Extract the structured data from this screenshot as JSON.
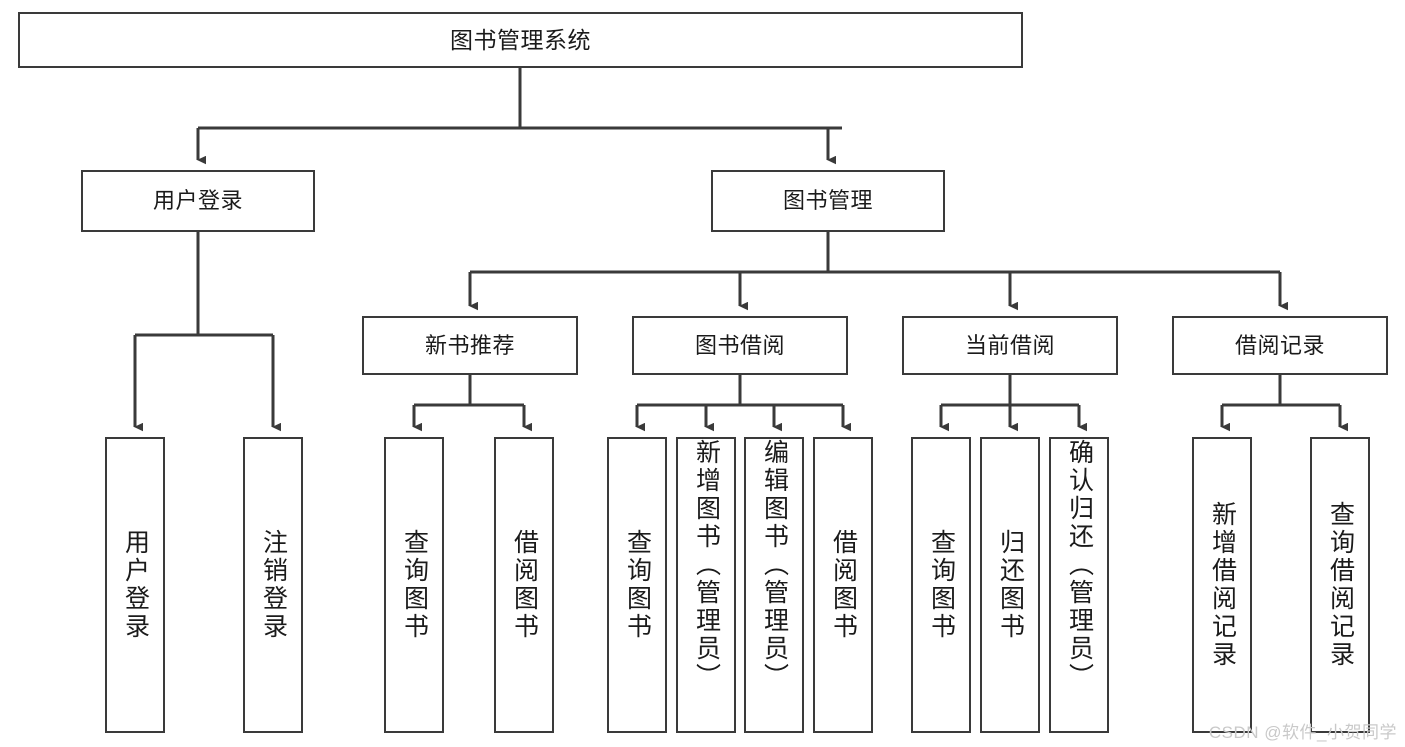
{
  "diagram": {
    "title": "图书管理系统",
    "type": "hierarchy-tree",
    "edge_color": "#3a3a3a",
    "box_border_color": "#3a3a3a",
    "background_color": "#ffffff",
    "nodes": {
      "root": {
        "label": "图书管理系统",
        "level": 1,
        "orientation": "horizontal"
      },
      "user_login": {
        "label": "用户登录",
        "level": 2,
        "orientation": "horizontal"
      },
      "book_manage": {
        "label": "图书管理",
        "level": 2,
        "orientation": "horizontal"
      },
      "new_book_rec": {
        "label": "新书推荐",
        "level": 3,
        "orientation": "horizontal"
      },
      "book_borrow": {
        "label": "图书借阅",
        "level": 3,
        "orientation": "horizontal"
      },
      "current_borrow": {
        "label": "当前借阅",
        "level": 3,
        "orientation": "horizontal"
      },
      "borrow_record": {
        "label": "借阅记录",
        "level": 3,
        "orientation": "horizontal"
      },
      "leaf_user_login": {
        "label": "用户登录",
        "level": 4,
        "orientation": "vertical"
      },
      "leaf_user_logout": {
        "label": "注销登录",
        "level": 4,
        "orientation": "vertical"
      },
      "leaf_rec_query": {
        "label": "查询图书",
        "level": 4,
        "orientation": "vertical"
      },
      "leaf_rec_borrow": {
        "label": "借阅图书",
        "level": 4,
        "orientation": "vertical"
      },
      "leaf_borrow_query": {
        "label": "查询图书",
        "level": 4,
        "orientation": "vertical"
      },
      "leaf_add_book": {
        "label": "新增图书（管理员）",
        "level": 4,
        "orientation": "vertical"
      },
      "leaf_edit_book": {
        "label": "编辑图书（管理员）",
        "level": 4,
        "orientation": "vertical"
      },
      "leaf_borrow_book": {
        "label": "借阅图书",
        "level": 4,
        "orientation": "vertical"
      },
      "leaf_cur_query": {
        "label": "查询图书",
        "level": 4,
        "orientation": "vertical"
      },
      "leaf_return_book": {
        "label": "归还图书",
        "level": 4,
        "orientation": "vertical"
      },
      "leaf_confirm_return": {
        "label": "确认归还（管理员）",
        "level": 4,
        "orientation": "vertical"
      },
      "leaf_add_record": {
        "label": "新增借阅记录",
        "level": 4,
        "orientation": "vertical"
      },
      "leaf_query_record": {
        "label": "查询借阅记录",
        "level": 4,
        "orientation": "vertical"
      }
    },
    "edges": [
      {
        "from": "root",
        "to": "user_login"
      },
      {
        "from": "root",
        "to": "book_manage"
      },
      {
        "from": "user_login",
        "to": "leaf_user_login"
      },
      {
        "from": "user_login",
        "to": "leaf_user_logout"
      },
      {
        "from": "book_manage",
        "to": "new_book_rec"
      },
      {
        "from": "book_manage",
        "to": "book_borrow"
      },
      {
        "from": "book_manage",
        "to": "current_borrow"
      },
      {
        "from": "book_manage",
        "to": "borrow_record"
      },
      {
        "from": "new_book_rec",
        "to": "leaf_rec_query"
      },
      {
        "from": "new_book_rec",
        "to": "leaf_rec_borrow"
      },
      {
        "from": "book_borrow",
        "to": "leaf_borrow_query"
      },
      {
        "from": "book_borrow",
        "to": "leaf_add_book"
      },
      {
        "from": "book_borrow",
        "to": "leaf_edit_book"
      },
      {
        "from": "book_borrow",
        "to": "leaf_borrow_book"
      },
      {
        "from": "current_borrow",
        "to": "leaf_cur_query"
      },
      {
        "from": "current_borrow",
        "to": "leaf_return_book"
      },
      {
        "from": "current_borrow",
        "to": "leaf_confirm_return"
      },
      {
        "from": "borrow_record",
        "to": "leaf_add_record"
      },
      {
        "from": "borrow_record",
        "to": "leaf_query_record"
      }
    ]
  },
  "watermark": {
    "text": "CSDN @软件_小贺同学"
  }
}
